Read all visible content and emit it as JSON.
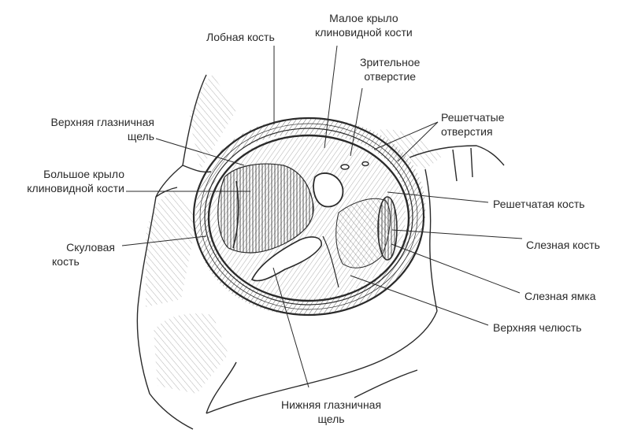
{
  "labels": {
    "frontal_bone": "Лобная кость",
    "lesser_wing": [
      "Малое крыло",
      "клиновидной кости"
    ],
    "optic_canal": [
      "Зрительное",
      "отверстие"
    ],
    "ethmoid_foramina": [
      "Решетчатые",
      "отверстия"
    ],
    "superior_orbital_fissure": [
      "Верхняя глазничная",
      "щель"
    ],
    "greater_wing": [
      "Большое крыло",
      "клиновидной кости"
    ],
    "ethmoid_bone": "Решетчатая кость",
    "zygomatic_bone": [
      "Скуловая",
      "кость"
    ],
    "lacrimal_bone": "Слезная кость",
    "lacrimal_fossa": "Слезная ямка",
    "maxilla": "Верхняя челюсть",
    "inferior_orbital_fissure": [
      "Нижняя глазничная",
      "щель"
    ]
  },
  "colors": {
    "ink": "#2a2a2a",
    "paper": "#ffffff"
  }
}
